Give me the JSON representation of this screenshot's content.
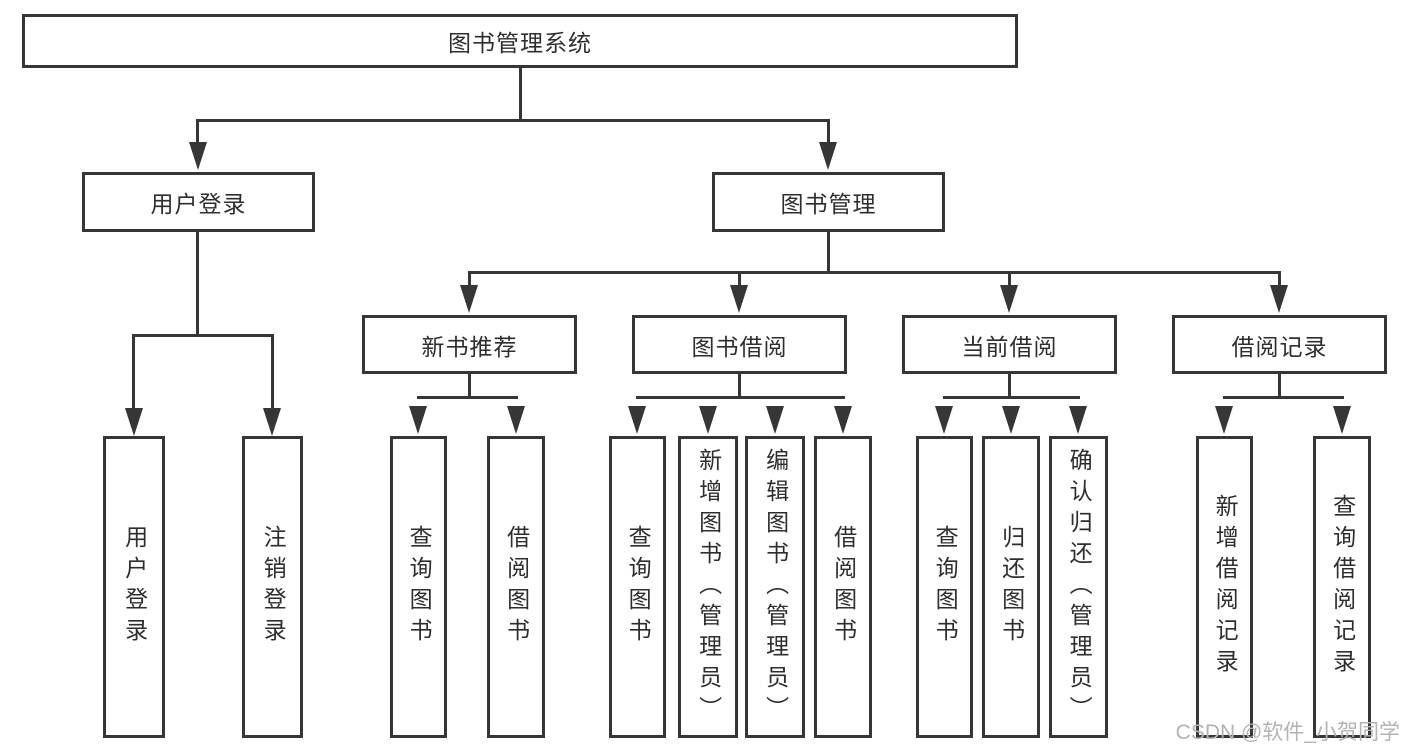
{
  "colors": {
    "line": "#363636",
    "text": "#2e2e2e",
    "watermark": "#b3b3b3",
    "background": "#ffffff"
  },
  "watermark": {
    "text": "CSDN @软件_小贺同学"
  },
  "tree": {
    "root": "图书管理系统",
    "branches": [
      {
        "label": "用户登录",
        "leaves": [
          "用户登录",
          "注销登录"
        ]
      },
      {
        "label": "图书管理",
        "groups": [
          {
            "label": "新书推荐",
            "leaves": [
              "查询图书",
              "借阅图书"
            ]
          },
          {
            "label": "图书借阅",
            "leaves": [
              "查询图书",
              "新增图书（管理员）",
              "编辑图书（管理员）",
              "借阅图书"
            ]
          },
          {
            "label": "当前借阅",
            "leaves": [
              "查询图书",
              "归还图书",
              "确认归还（管理员）"
            ]
          },
          {
            "label": "借阅记录",
            "leaves": [
              "新增借阅记录",
              "查询借阅记录"
            ]
          }
        ]
      }
    ]
  }
}
